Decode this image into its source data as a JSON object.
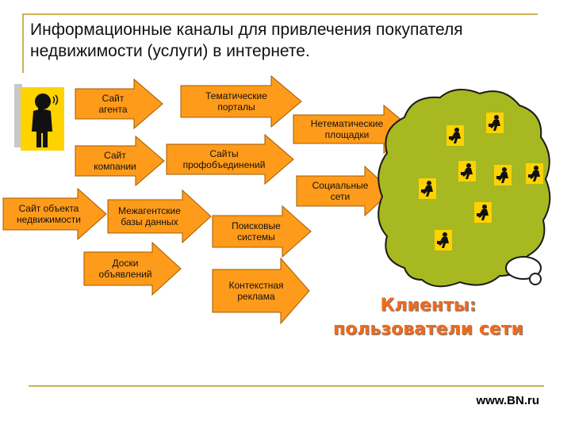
{
  "title": "Информационные каналы для привлечения покупателя недвижимости (услуги) в интернете.",
  "channels": {
    "site_agent": "Сайт\nагента",
    "thematic_portals": "Тематические\nпорталы",
    "non_thematic": "Нетематические\nплощадки",
    "site_company": "Сайт\nкомпании",
    "prof_sites": "Сайты\nпрофобъединений",
    "social": "Социальные\nсети",
    "site_object": "Сайт объекта\nнедвижимости",
    "interagency_db": "Межагентские\nбазы данных",
    "search_engines": "Поисковые\nсистемы",
    "boards": "Доски\nобъявлений",
    "context_ads": "Контекстная\nреклама"
  },
  "clients_label": "Клиенты:\nпользователи сети",
  "footer": "www.BN.ru",
  "colors": {
    "arrow_fill": "#ff9b1a",
    "arrow_stroke": "#a05a00",
    "cloud_fill": "#a8b820",
    "accent": "#f06a1c",
    "icon_bg": "#ffd200"
  },
  "icons": {
    "agent": "person-with-phone-icon",
    "client": "person-at-computer-icon"
  }
}
